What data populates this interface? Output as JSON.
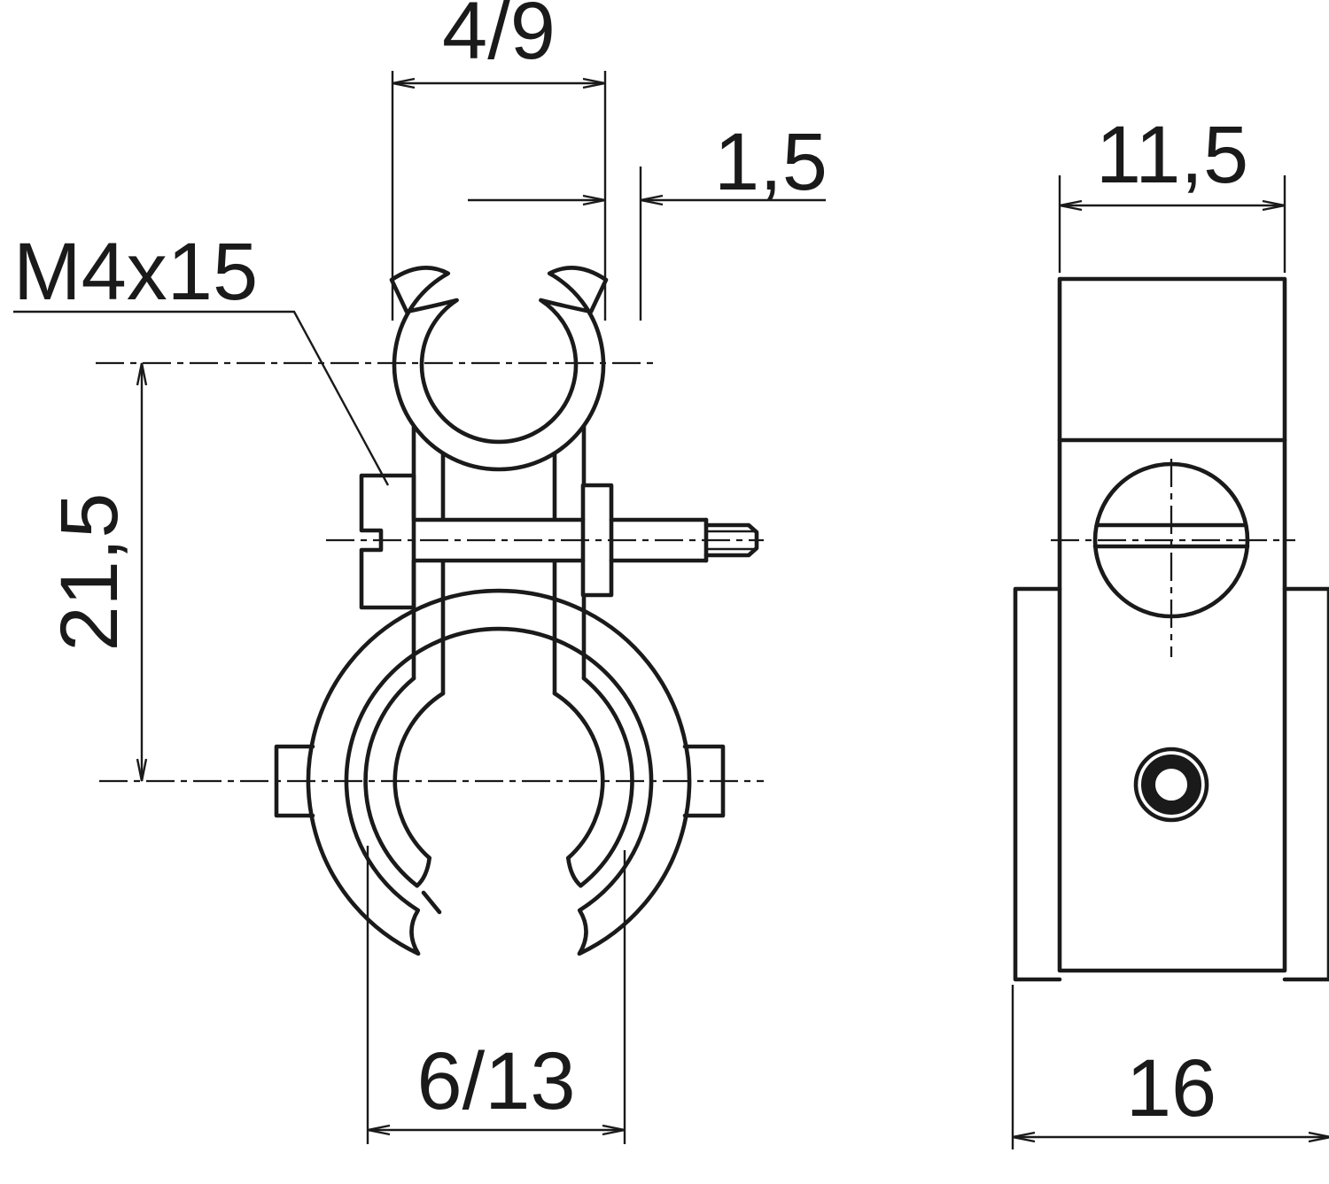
{
  "dimensions": {
    "top_clamp_range": "4/9",
    "wall_thickness": "1,5",
    "screw_label": "M4x15",
    "overall_height": "21,5",
    "side_width": "11,5",
    "bottom_clamp_range": "6/13",
    "side_depth": "16"
  },
  "colors": {
    "line": "#1a1a1a",
    "background": "#ffffff"
  }
}
